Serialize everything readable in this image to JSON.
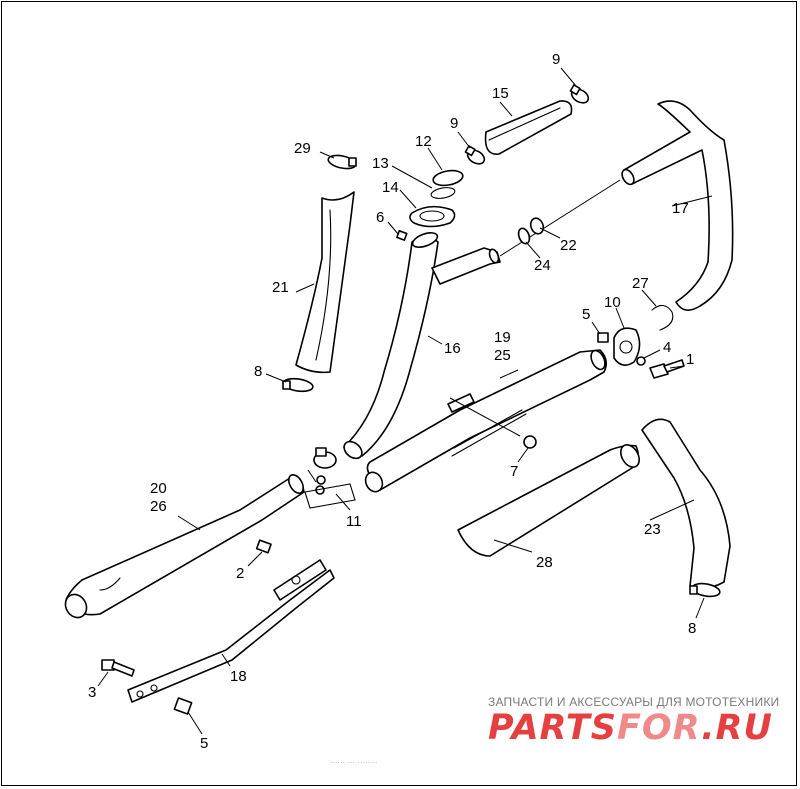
{
  "diagram": {
    "callouts": [
      {
        "id": "c9a",
        "label": "9"
      },
      {
        "id": "c15",
        "label": "15"
      },
      {
        "id": "c9b",
        "label": "9"
      },
      {
        "id": "c12",
        "label": "12"
      },
      {
        "id": "c29",
        "label": "29"
      },
      {
        "id": "c13",
        "label": "13"
      },
      {
        "id": "c14",
        "label": "14"
      },
      {
        "id": "c6",
        "label": "6"
      },
      {
        "id": "c17",
        "label": "17"
      },
      {
        "id": "c22",
        "label": "22"
      },
      {
        "id": "c24",
        "label": "24"
      },
      {
        "id": "c21",
        "label": "21"
      },
      {
        "id": "c27",
        "label": "27"
      },
      {
        "id": "c10",
        "label": "10"
      },
      {
        "id": "c5a",
        "label": "5"
      },
      {
        "id": "c4",
        "label": "4"
      },
      {
        "id": "c1",
        "label": "1"
      },
      {
        "id": "c16",
        "label": "16"
      },
      {
        "id": "c19",
        "label": "19"
      },
      {
        "id": "c25",
        "label": "25"
      },
      {
        "id": "c8a",
        "label": "8"
      },
      {
        "id": "c7",
        "label": "7"
      },
      {
        "id": "c20",
        "label": "20"
      },
      {
        "id": "c26",
        "label": "26"
      },
      {
        "id": "c11",
        "label": "11"
      },
      {
        "id": "c23",
        "label": "23"
      },
      {
        "id": "c28",
        "label": "28"
      },
      {
        "id": "c2",
        "label": "2"
      },
      {
        "id": "c8b",
        "label": "8"
      },
      {
        "id": "c18",
        "label": "18"
      },
      {
        "id": "c3",
        "label": "3"
      },
      {
        "id": "c5b",
        "label": "5"
      }
    ]
  },
  "watermark": {
    "caption": "ЗАПЧАСТИ И АКСЕССУАРЫ ДЛЯ МОТОТЕХНИКИ",
    "logo_part1": "PARTS",
    "logo_part2": "FOR",
    "logo_part3": ".RU",
    "color": "#e63f3f"
  },
  "footer_faint": "...... ...  ........"
}
